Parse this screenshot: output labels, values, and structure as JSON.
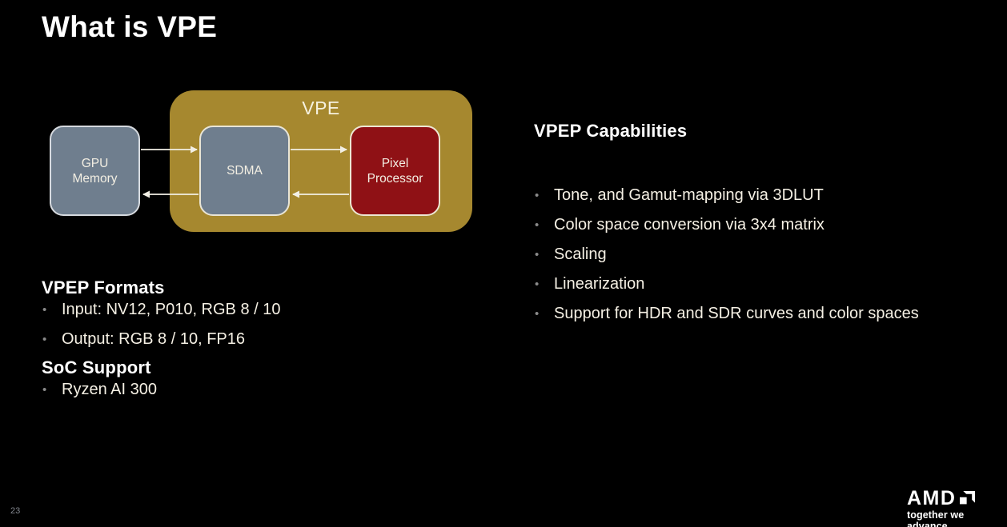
{
  "slide": {
    "title": "What is VPE",
    "page_number": "23"
  },
  "diagram": {
    "container_label": "VPE",
    "nodes": {
      "gpu_memory": {
        "line1": "GPU",
        "line2": "Memory"
      },
      "sdma": {
        "line1": "SDMA"
      },
      "pixel_processor": {
        "line1": "Pixel",
        "line2": "Processor"
      }
    },
    "colors": {
      "vpe_container": "#A6882F",
      "memory_sdma_box": "#6F7E8E",
      "pixel_processor_box": "#8F1115",
      "arrow": "#F2EFE4"
    }
  },
  "capabilities": {
    "heading": "VPEP Capabilities",
    "items": [
      "Tone, and Gamut-mapping via 3DLUT",
      "Color space conversion via 3x4 matrix",
      "Scaling",
      "Linearization",
      "Support for HDR and SDR curves and color spaces"
    ]
  },
  "formats": {
    "heading": "VPEP Formats",
    "items": [
      "Input: NV12, P010, RGB 8 / 10",
      "Output: RGB 8 / 10, FP16"
    ]
  },
  "soc": {
    "heading": "SoC Support",
    "items": [
      "Ryzen AI 300"
    ]
  },
  "footer": {
    "brand": "AMD",
    "tagline": "together we advance_"
  }
}
